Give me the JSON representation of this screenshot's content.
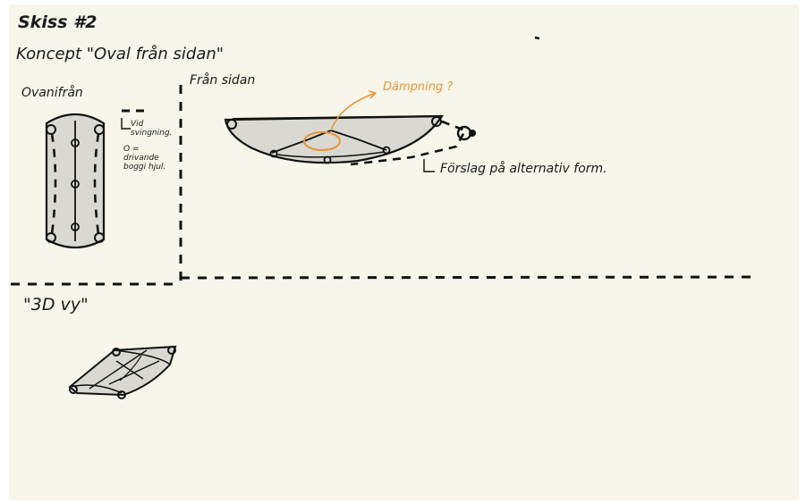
{
  "header": {
    "title": "Skiss #2",
    "concept": "Koncept \"Oval från sidan\""
  },
  "labels": {
    "top_view": "Ovanifrån",
    "side_view": "Från sidan",
    "dampening": "Dämpning ?",
    "suggestion": "Förslag på alternativ form.",
    "view_3d": "\"3D vy\""
  },
  "legend": {
    "dash_text": "Vid svingning.",
    "circle_text": "O = drivande boggi hjul."
  },
  "colors": {
    "paper": "#f8f5ea",
    "highlight": "#f6d35a",
    "ink": "#1a1a1a",
    "orange": "#e8963a",
    "fill": "#d9d9d2"
  }
}
